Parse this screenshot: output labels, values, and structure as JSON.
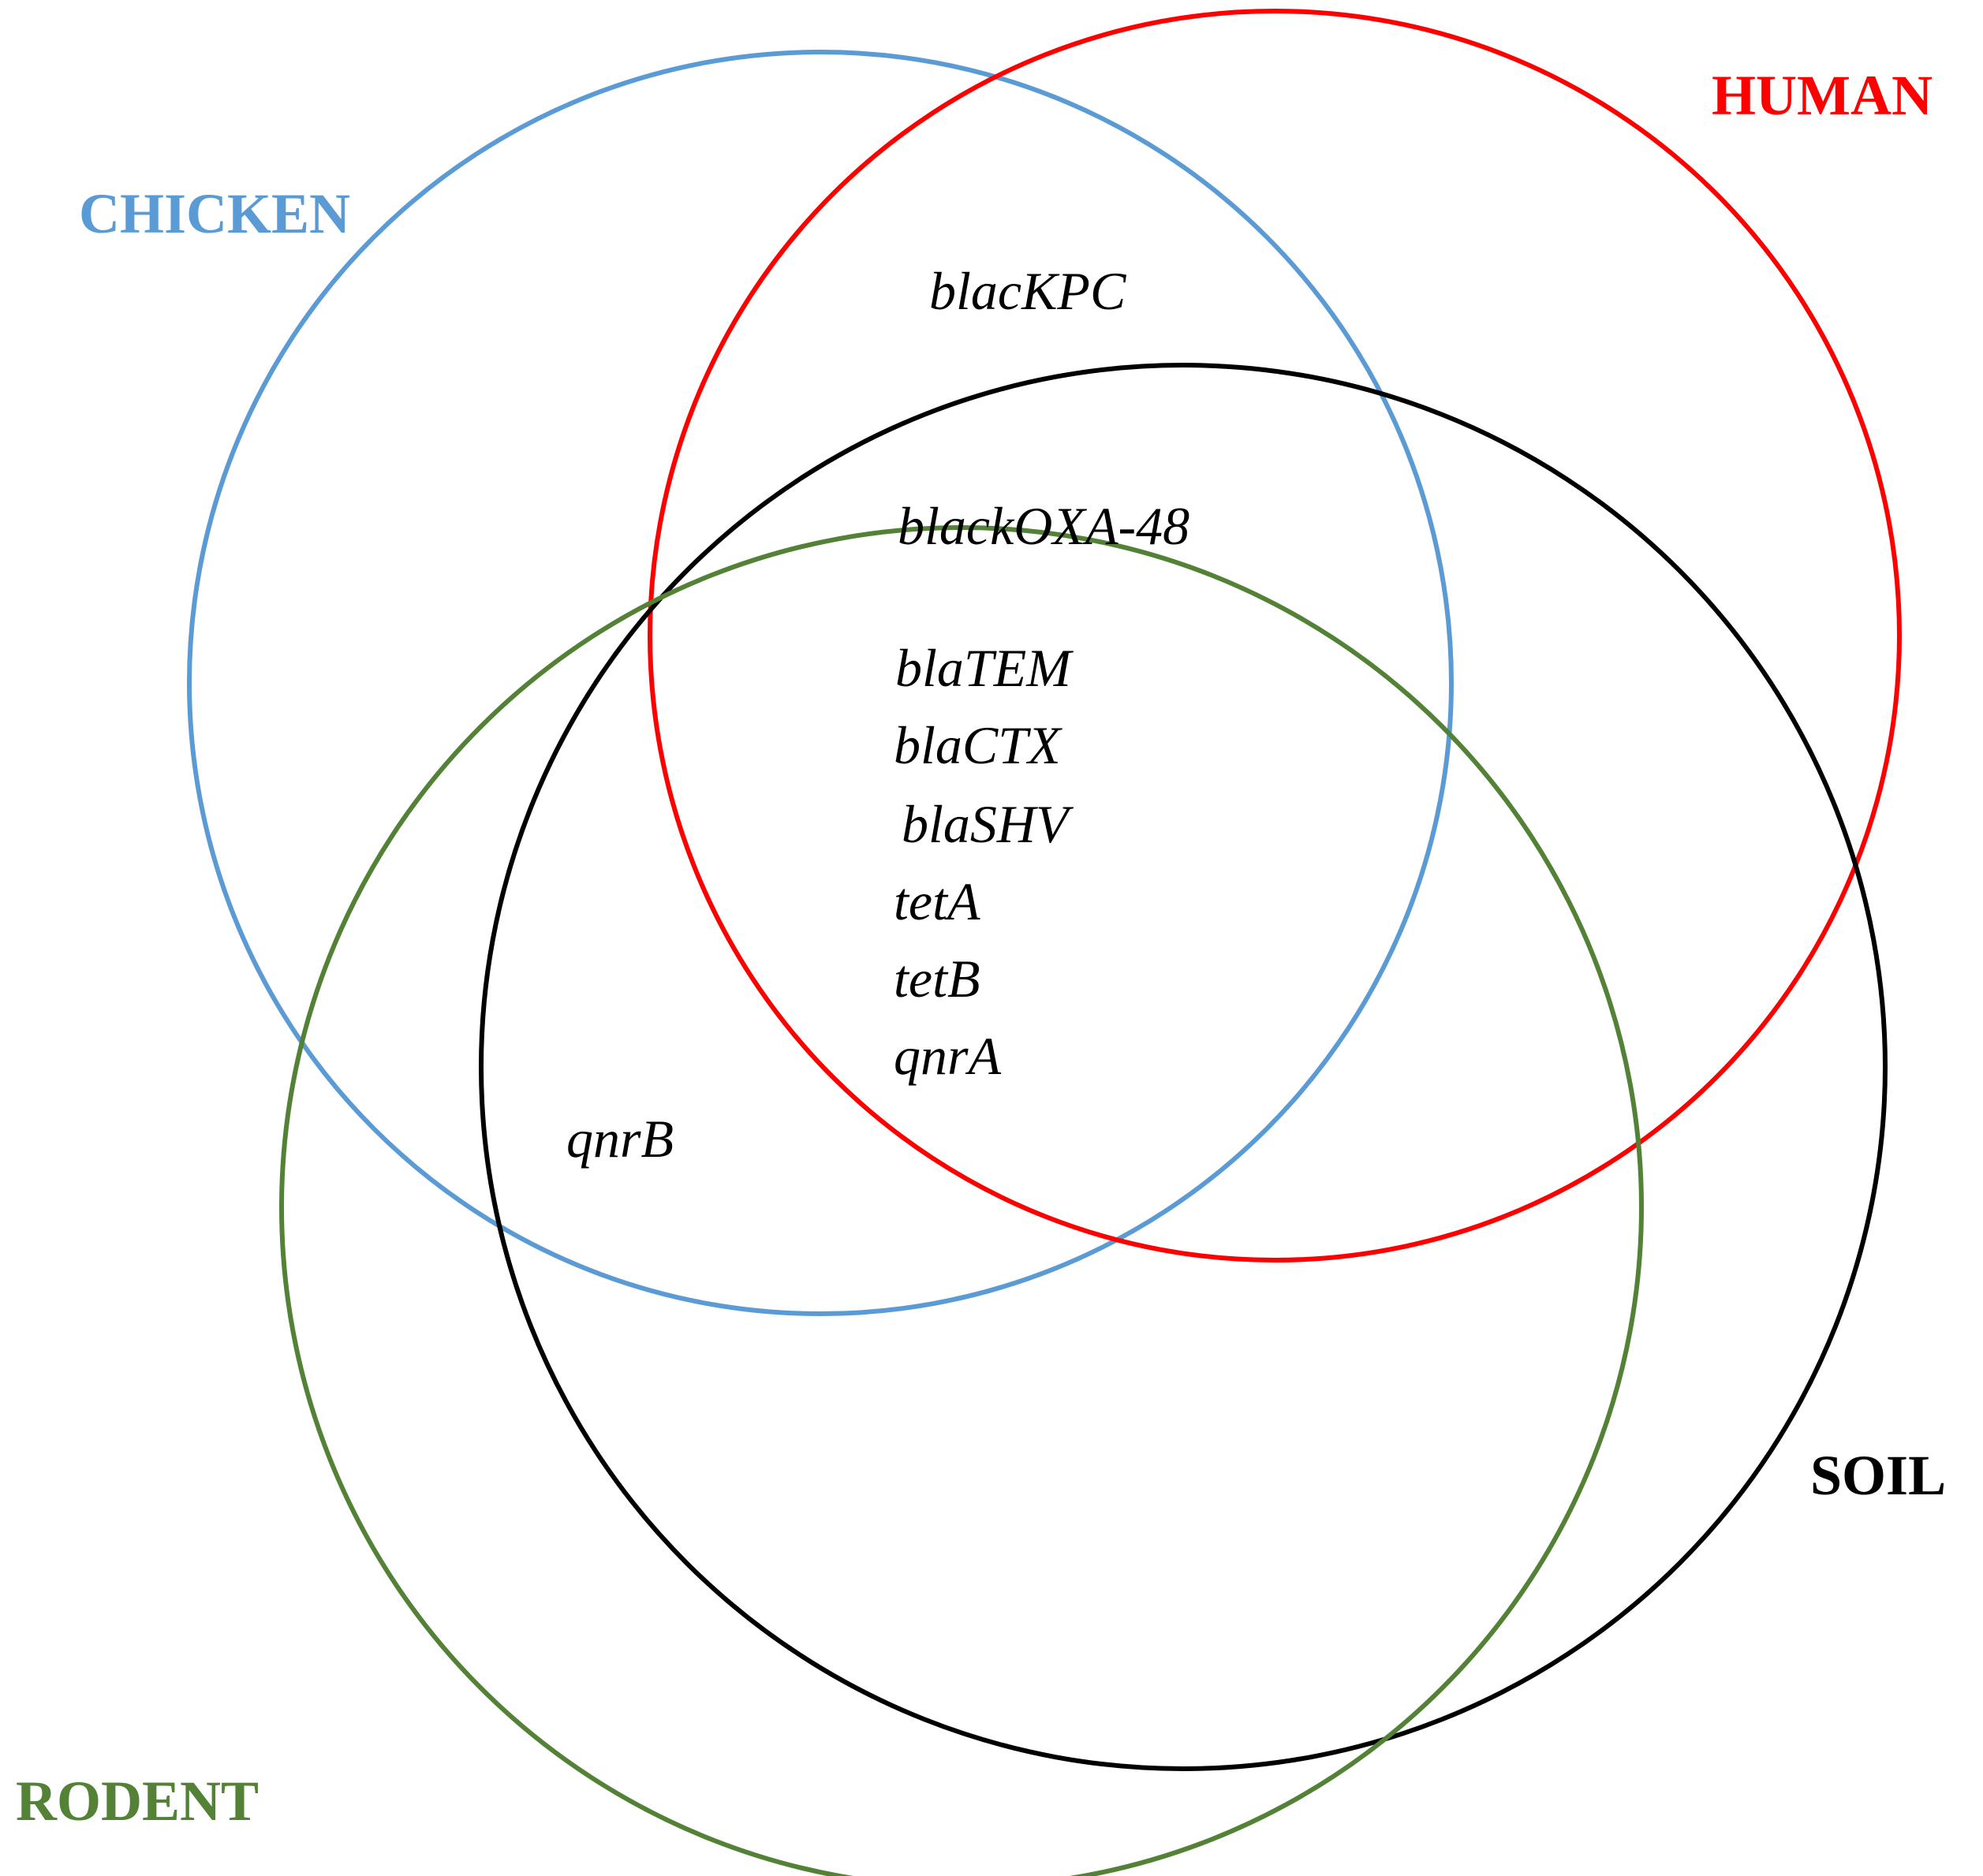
{
  "sets": [
    {
      "id": "chicken",
      "label": "CHICKEN",
      "color": "#5B9BD5"
    },
    {
      "id": "human",
      "label": "HUMAN",
      "color": "#FF0000"
    },
    {
      "id": "soil",
      "label": "SOIL",
      "color": "#000000"
    },
    {
      "id": "rodent",
      "label": "RODENT",
      "color": "#538135"
    }
  ],
  "regions": {
    "chicken_human": [
      "blacKPC"
    ],
    "chicken_human_soil": [
      "blackOXA-48"
    ],
    "all_four": [
      "blaTEM",
      "blaCTX",
      "blaSHV",
      "tetA",
      "tetB",
      "qnrA"
    ],
    "chicken_soil_rodent": [
      "qnrB"
    ]
  }
}
